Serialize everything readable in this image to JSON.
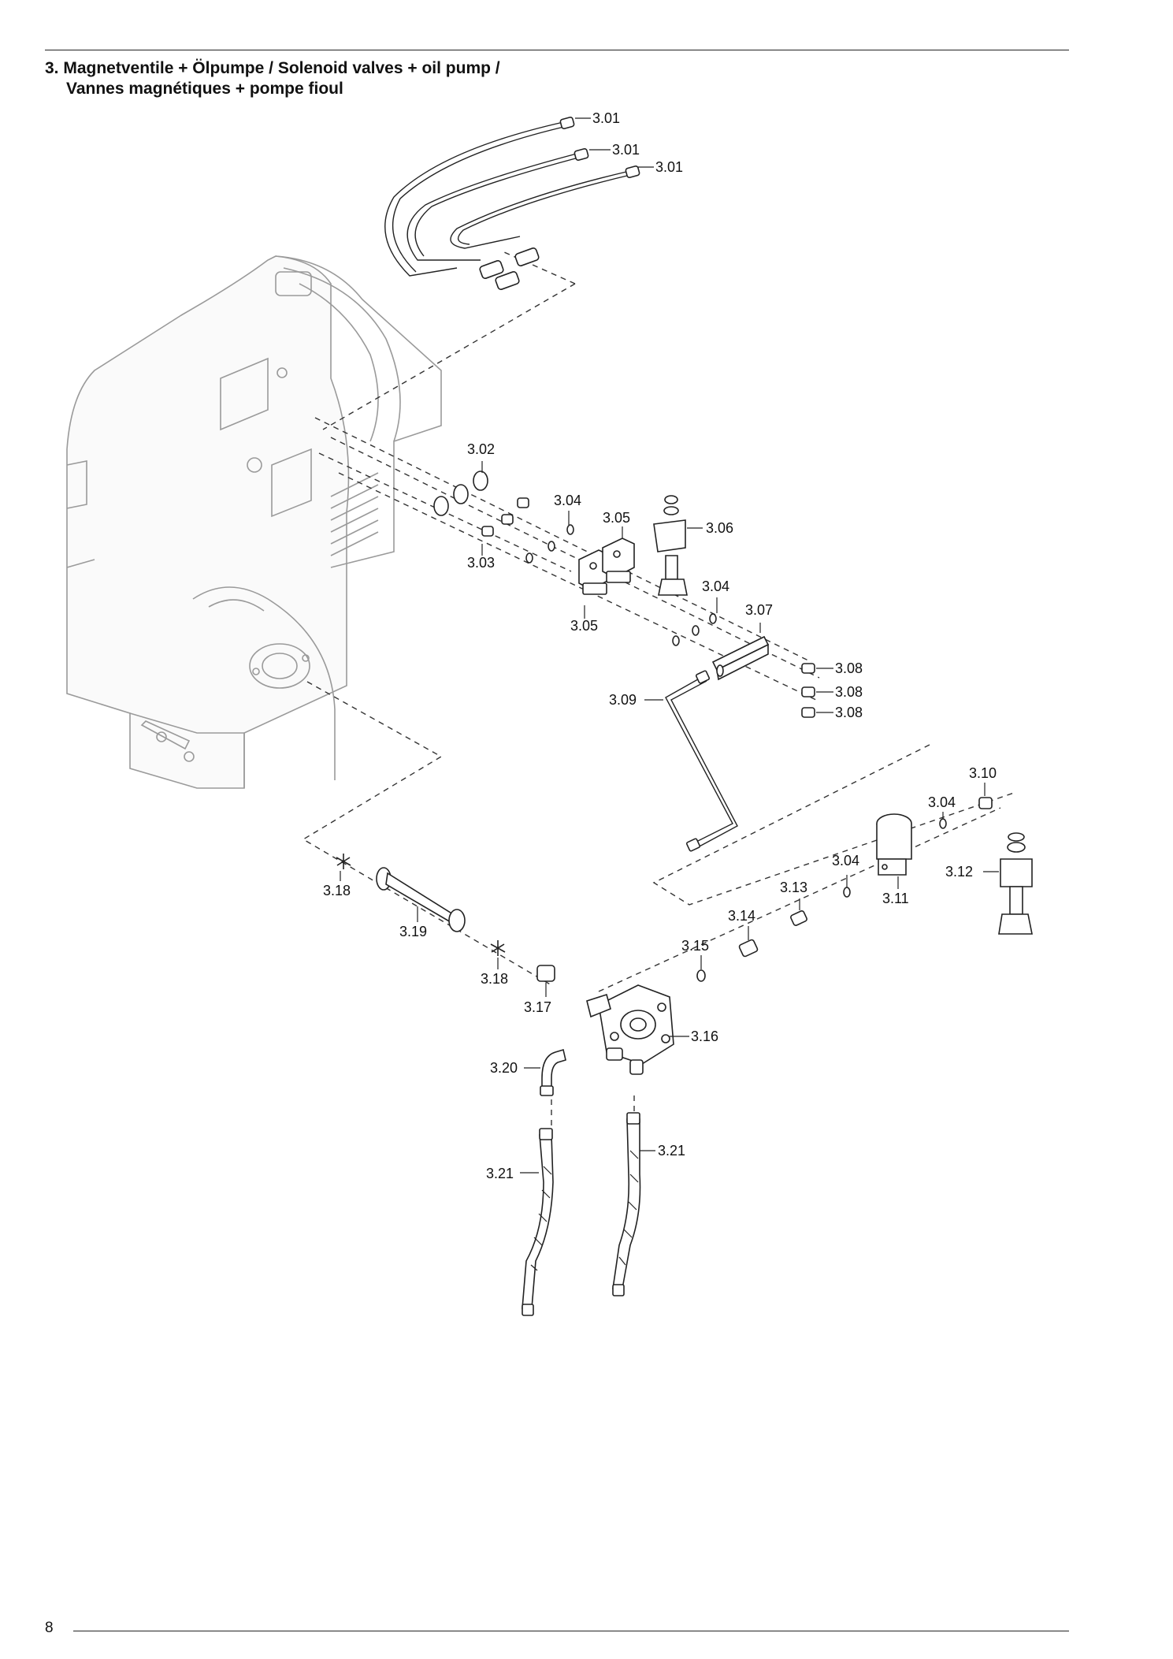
{
  "page": {
    "title_line1": "3. Magnetventile + Ölpumpe / Solenoid valves + oil pump /",
    "title_line2": "Vannes magnétiques + pompe fioul",
    "page_number": "8"
  },
  "labels": {
    "l301a": "3.01",
    "l301b": "3.01",
    "l301c": "3.01",
    "l302": "3.02",
    "l303": "3.03",
    "l304a": "3.04",
    "l304b": "3.04",
    "l304c": "3.04",
    "l304d": "3.04",
    "l305a": "3.05",
    "l305b": "3.05",
    "l306": "3.06",
    "l307": "3.07",
    "l308a": "3.08",
    "l308b": "3.08",
    "l308c": "3.08",
    "l309": "3.09",
    "l310": "3.10",
    "l311": "3.11",
    "l312": "3.12",
    "l313": "3.13",
    "l314": "3.14",
    "l315": "3.15",
    "l316": "3.16",
    "l317": "3.17",
    "l318a": "3.18",
    "l318b": "3.18",
    "l319": "3.19",
    "l320": "3.20",
    "l321a": "3.21",
    "l321b": "3.21"
  }
}
